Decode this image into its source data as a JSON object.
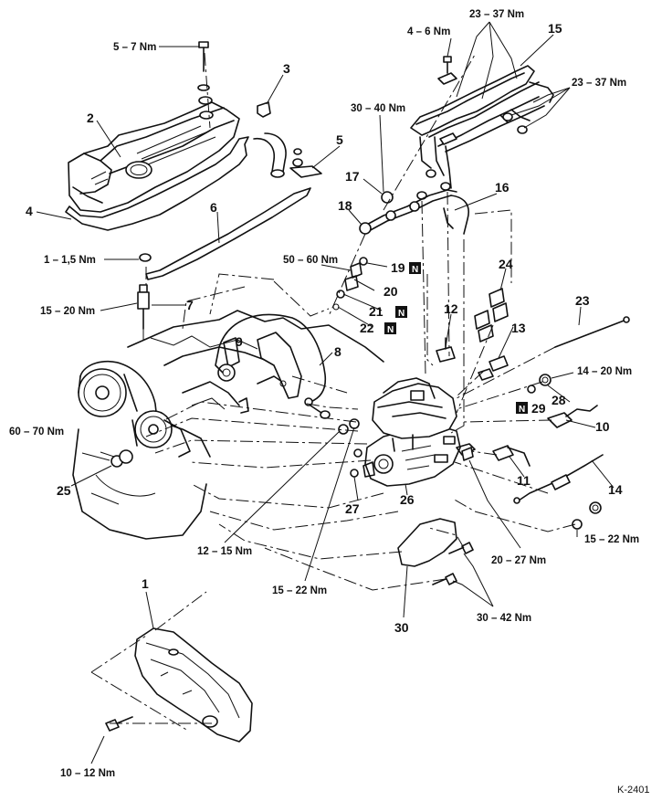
{
  "diagram": {
    "reference_code": "K-2401",
    "part_numbers": {
      "p1": "1",
      "p2": "2",
      "p3": "3",
      "p4": "4",
      "p5": "5",
      "p6": "6",
      "p7": "7",
      "p8": "8",
      "p9": "9",
      "p10": "10",
      "p11": "11",
      "p12": "12",
      "p13": "13",
      "p14": "14",
      "p15": "15",
      "p16": "16",
      "p17": "17",
      "p18": "18",
      "p19": "19",
      "p20": "20",
      "p21": "21",
      "p22": "22",
      "p23": "23",
      "p24": "24",
      "p25": "25",
      "p26": "26",
      "p27": "27",
      "p28": "28",
      "p29": "29",
      "p30": "30"
    },
    "new_part_marker": "N",
    "torques": {
      "t_5_7": "5 – 7 Nm",
      "t_4_6": "4 – 6 Nm",
      "t_23_37_top": "23 – 37 Nm",
      "t_23_37_right": "23 – 37 Nm",
      "t_30_40": "30 – 40 Nm",
      "t_1_15": "1 – 1,5 Nm",
      "t_50_60": "50 – 60 Nm",
      "t_15_20": "15 – 20 Nm",
      "t_14_20": "14 – 20 Nm",
      "t_60_70": "60 – 70 Nm",
      "t_12_15": "12 – 15 Nm",
      "t_15_22_mid": "15 – 22 Nm",
      "t_15_22_right": "15 – 22 Nm",
      "t_20_27": "20 – 27 Nm",
      "t_30_42": "30 – 42 Nm",
      "t_10_12": "10 – 12 Nm"
    }
  }
}
